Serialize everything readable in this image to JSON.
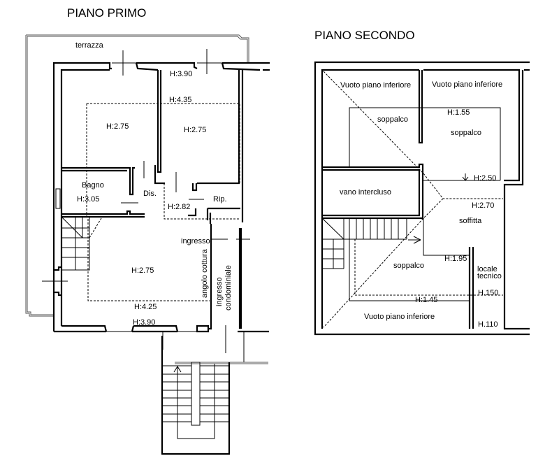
{
  "floor_plans": [
    {
      "title": "PIANO PRIMO",
      "labels": {
        "terrazza": "terrazza",
        "h_390_top": "H:3.90",
        "h_435": "H:4.35",
        "room1_h": "H:2.75",
        "room2_h": "H:2.75",
        "bagno": "Bagno",
        "bagno_h": "H:3.05",
        "dis": "Dis.",
        "dis_h": "H:2.82",
        "rip": "Rip.",
        "ingresso": "ingresso",
        "living_h": "H:2.75",
        "angolo_cottura": "angolo cottura",
        "ingresso_condominiale_1": "ingresso",
        "ingresso_condominiale_2": "condominiale",
        "h_425": "H:4.25",
        "h_390_bottom": "H:3.90"
      }
    },
    {
      "title": "PIANO SECONDO",
      "labels": {
        "vuoto_1": "Vuoto piano inferiore",
        "vuoto_2": "Vuoto piano inferiore",
        "soppalco_1": "soppalco",
        "h_155": "H:1.55",
        "soppalco_2": "soppalco",
        "h_250": "H:2.50",
        "vano_intercluso": "vano intercluso",
        "h_270": "H:2.70",
        "soffitta": "soffitta",
        "h_195": "H:1.95",
        "soppalco_3": "soppalco",
        "locale": "locale",
        "tecnico": "tecnico",
        "h_150": "H.150",
        "h_145": "H:1.45",
        "vuoto_3": "Vuoto piano inferiore",
        "h_110": "H.110"
      }
    }
  ]
}
